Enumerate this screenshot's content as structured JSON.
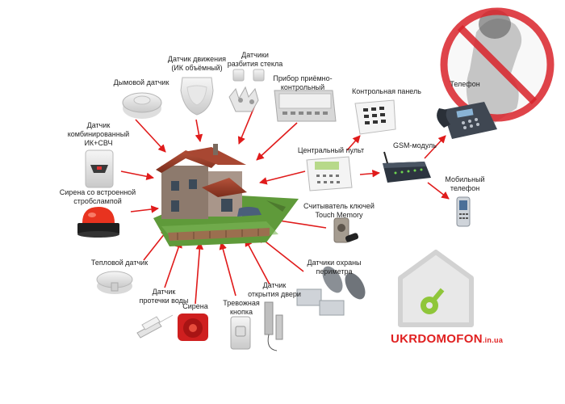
{
  "labels": {
    "smoke": "Дымовой датчик",
    "motion": "Датчик движения\n(ИК объёмный)",
    "glass": "Датчики\nразбития стекла",
    "panel": "Прибор приёмно-\nконтрольный",
    "control_panel": "Контрольная панель",
    "combined": "Датчик\nкомбинированный\nИК+СВЧ",
    "central": "Центральный пульт",
    "gsm": "GSM-модуль",
    "phone": "Телефон",
    "mobile": "Мобильный\nтелефон",
    "siren_strobe": "Сирена со встроенной\nстробслампой",
    "key_reader": "Считыватель ключей\nTouch Memory",
    "heat": "Тепловой датчик",
    "perimeter": "Датчики охраны\nпериметра",
    "water": "Датчик\nпротечки воды",
    "siren": "Сирена",
    "panic": "Тревожная\nкнопка",
    "door": "Датчик\nоткрытия двери"
  },
  "logo": {
    "brand_main": "UKRDOMOFON",
    "brand_tld": ".in.ua",
    "brand_color": "#e02020",
    "house_color": "#e8e8e8",
    "key_color": "#8fc63a"
  },
  "colors": {
    "arrow": "#e01b1b",
    "prohibition": "#d9232a"
  },
  "icons": [
    "house-icon",
    "smoke-detector-icon",
    "motion-sensor-icon",
    "glass-break-sensor-icon",
    "control-device-icon",
    "keypad-icon",
    "combined-sensor-icon",
    "central-console-icon",
    "gsm-module-icon",
    "desk-phone-icon",
    "mobile-phone-icon",
    "strobe-siren-icon",
    "key-reader-icon",
    "heat-detector-icon",
    "perimeter-sensor-icon",
    "water-leak-sensor-icon",
    "siren-icon",
    "panic-button-icon",
    "door-sensor-icon",
    "no-burglar-icon",
    "logo-house-icon"
  ]
}
